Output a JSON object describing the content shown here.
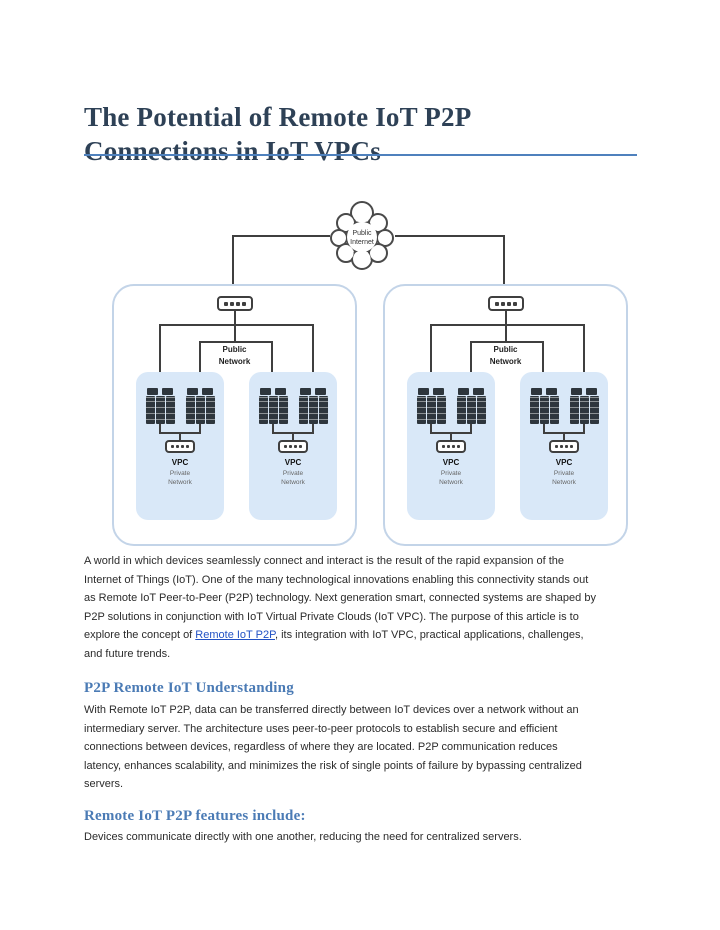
{
  "title": {
    "line1": "The Potential of Remote IoT P2P",
    "line2": "Connections in IoT VPCs"
  },
  "diagram": {
    "cloud": {
      "line1": "Public",
      "line2": "Internet"
    },
    "public_network": {
      "line1": "Public",
      "line2": "Network"
    },
    "vpc": {
      "label": "VPC",
      "sub1": "Private",
      "sub2": "Network"
    }
  },
  "article": {
    "p1_before_link": "A world in which devices seamlessly connect and interact is the result of the rapid expansion of the\nInternet of Things (IoT). One of the many technological innovations enabling this connectivity stands out\nas Remote IoT Peer-to-Peer (P2P) technology. Next generation smart, connected systems are shaped by\nP2P solutions in conjunction with IoT Virtual Private Clouds (IoT VPC). The purpose of this article is to\nexplore the concept of ",
    "p1_link": "Remote IoT P2P",
    "p1_after_link": ", its integration with IoT VPC, practical applications, challenges,\nand future trends.",
    "h1": "P2P Remote IoT Understanding",
    "p2": "With Remote IoT P2P, data can be transferred directly between IoT devices over a network without an\nintermediary server. The architecture uses peer-to-peer protocols to establish secure and efficient\nconnections between devices, regardless of where they are located. P2P communication reduces\nlatency, enhances scalability, and minimizes the risk of single points of failure by bypassing centralized\nservers.",
    "h2": "Remote IoT P2P features include:",
    "p3": "Devices communicate directly with one another, reducing the need for centralized servers."
  },
  "colors": {
    "title_text": "#2e4156",
    "title_rule": "#4f81bd",
    "section_heading": "#4b7bb5",
    "hyperlink": "#2151c4",
    "diagram_line": "#3f3f3f",
    "vpc_fill": "#d9e8f8",
    "site_border": "#c3d4e8",
    "rack_fill": "#2e363d"
  }
}
